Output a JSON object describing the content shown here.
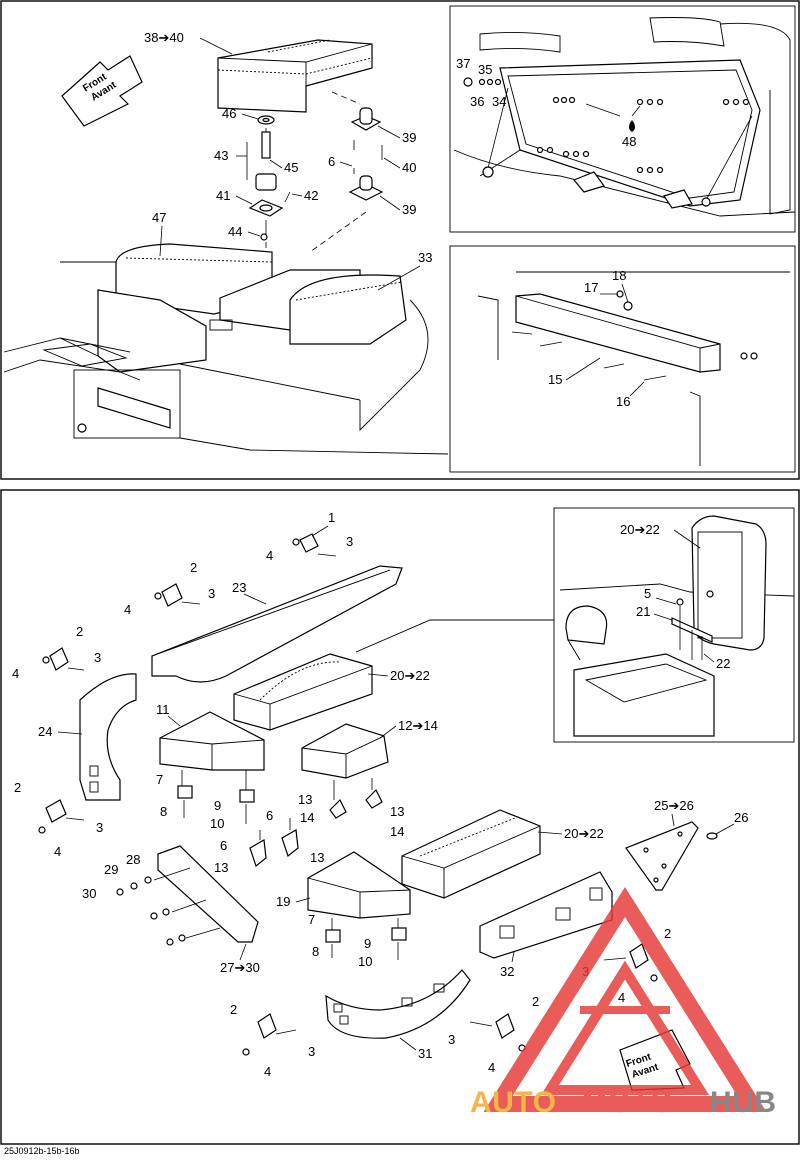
{
  "callouts": {
    "c_38_40": "38➔40",
    "c_46": "46",
    "c_43": "43",
    "c_45": "45",
    "c_41": "41",
    "c_42": "42",
    "c_44": "44",
    "c_47": "47",
    "c_39a": "39",
    "c_6a": "6",
    "c_40": "40",
    "c_39b": "39",
    "c_33": "33",
    "c_37": "37",
    "c_35": "35",
    "c_36": "36",
    "c_34": "34",
    "c_48": "48",
    "c_17": "17",
    "c_18": "18",
    "c_15": "15",
    "c_16": "16",
    "c_1": "1",
    "c_4a": "4",
    "c_3a": "3",
    "c_23": "23",
    "c_2b": "2",
    "c_4b": "4",
    "c_3b": "3",
    "c_2c": "2",
    "c_4c": "4",
    "c_3c": "3",
    "c_24": "24",
    "c_20_22a": "20➔22",
    "c_11": "11",
    "c_12_14": "12➔14",
    "c_7a": "7",
    "c_8a": "8",
    "c_9a": "9",
    "c_10a": "10",
    "c_13a": "13",
    "c_14a": "14",
    "c_13b": "13",
    "c_14b": "14",
    "c_6b": "6",
    "c_6c": "6",
    "c_13c": "13",
    "c_13d": "13",
    "c_2d": "2",
    "c_3d": "3",
    "c_4d": "4",
    "c_29": "29",
    "c_28": "28",
    "c_30": "30",
    "c_19": "19",
    "c_7b": "7",
    "c_8b": "8",
    "c_9b": "9",
    "c_10b": "10",
    "c_27_30": "27➔30",
    "c_20_22b": "20➔22",
    "c_25_26": "25➔26",
    "c_26": "26",
    "c_32": "32",
    "c_2e": "2",
    "c_3e": "3",
    "c_4e": "4",
    "c_2f": "2",
    "c_3f": "3",
    "c_4f": "4",
    "c_2g": "2",
    "c_3g": "3",
    "c_4g": "4",
    "c_31": "31",
    "c_20_22c": "20➔22",
    "c_5": "5",
    "c_21": "21",
    "c_22": "22"
  },
  "front_tag_top": {
    "line1": "Front",
    "line2": "Avant"
  },
  "front_tag_bottom": {
    "line1": "Front",
    "line2": "Avant"
  },
  "watermark": {
    "part1": "AUTO",
    "part2": "MOTO",
    "part3": "HUB",
    "color_red": "#e53935",
    "color_orange": "#f5a623",
    "color_gray": "#6d6d6d"
  },
  "doc_id": "25J0912b-15b-16b"
}
